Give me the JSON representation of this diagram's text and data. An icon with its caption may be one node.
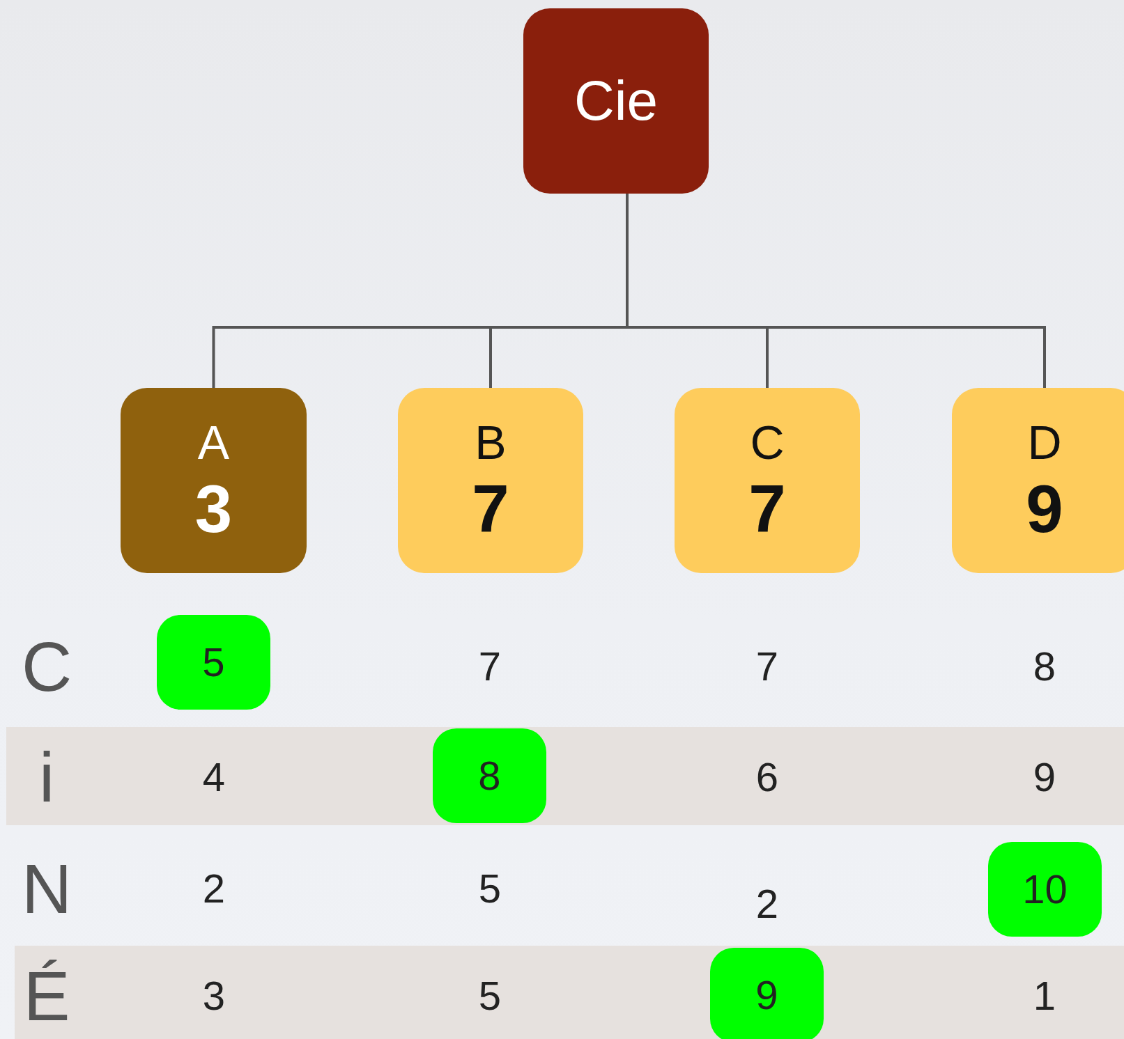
{
  "diagram": {
    "nodes": [
      {
        "text": [
          "Cie"
        ]
      },
      {
        "text": [
          "A",
          "3"
        ]
      },
      {
        "text": [
          "B",
          "7"
        ]
      },
      {
        "text": [
          "C",
          "7"
        ]
      },
      {
        "text": [
          "D",
          "9"
        ]
      },
      {
        "text": [
          "5"
        ]
      },
      {
        "text": [
          "8"
        ]
      },
      {
        "text": [
          "10"
        ]
      },
      {
        "text": [
          "9"
        ]
      }
    ],
    "edges": [
      {
        "from": 0,
        "to": 1,
        "arrow": "none"
      },
      {
        "from": 0,
        "to": 2,
        "arrow": "none"
      },
      {
        "from": 0,
        "to": 3,
        "arrow": "none"
      },
      {
        "from": 0,
        "to": 4,
        "arrow": "none"
      }
    ],
    "labels": [
      "C",
      "7",
      "7",
      "8",
      "i",
      "4",
      "6",
      "9",
      "N",
      "2",
      "5",
      "2",
      "É",
      "3",
      "5",
      "1"
    ]
  }
}
